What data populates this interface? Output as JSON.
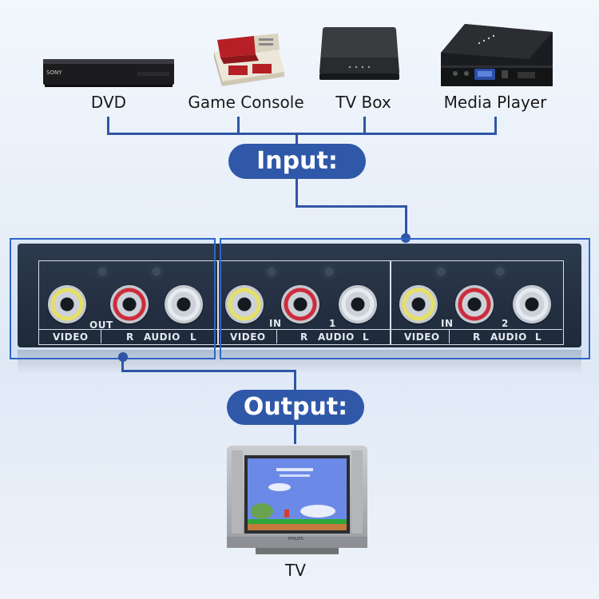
{
  "devices": {
    "dvd": {
      "label": "DVD",
      "brand": "SONY"
    },
    "game_console": {
      "label": "Game Console"
    },
    "tv_box": {
      "label": "TV Box"
    },
    "media_player": {
      "label": "Media Player"
    }
  },
  "input_label": "Input:",
  "output_label": "Output:",
  "tv": {
    "label": "TV",
    "brand": "PHILIPS"
  },
  "panel": {
    "out_section": {
      "jack_label": "OUT",
      "video": "VIDEO",
      "r": "R",
      "audio": "AUDIO",
      "l": "L"
    },
    "in1_section": {
      "jack_label": "IN",
      "number": "1",
      "video": "VIDEO",
      "r": "R",
      "audio": "AUDIO",
      "l": "L"
    },
    "in2_section": {
      "jack_label": "IN",
      "number": "2",
      "video": "VIDEO",
      "r": "R",
      "audio": "AUDIO",
      "l": "L"
    }
  },
  "colors": {
    "accent": "#2f58a8",
    "line": "#2f55a6",
    "panel": "#1e252f",
    "jack_video": "#f2e85c",
    "jack_red": "#d8232e",
    "jack_white": "#f4f4f4"
  }
}
